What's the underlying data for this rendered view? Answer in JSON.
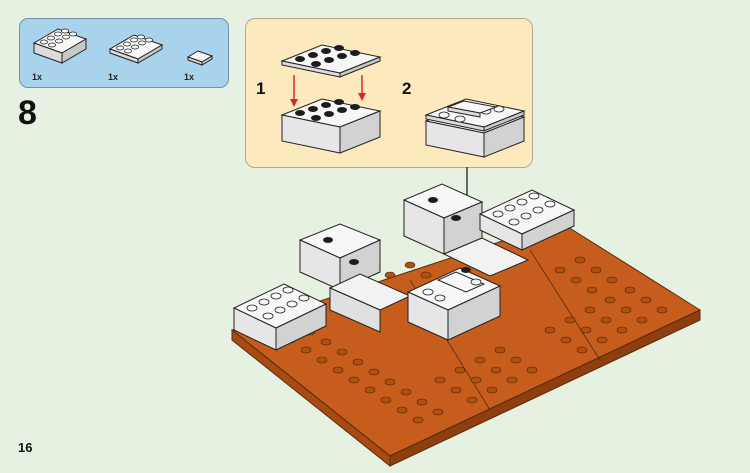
{
  "page": {
    "step_number": "8",
    "page_number": "16"
  },
  "parts_list": {
    "items": [
      {
        "name": "2x4 white brick",
        "quantity": "1x"
      },
      {
        "name": "2x4 white plate",
        "quantity": "1x"
      },
      {
        "name": "1x2 white tile",
        "quantity": "1x"
      }
    ]
  },
  "sub_assembly": {
    "steps": [
      {
        "number": "1"
      },
      {
        "number": "2"
      }
    ]
  },
  "colors": {
    "background": "#e6f1e1",
    "parts_box": "#a9d3ec",
    "sub_box": "#fde9be",
    "baseplate": "#c65d1c",
    "brick": "#f2f2f2",
    "arrow": "#d8282a"
  }
}
